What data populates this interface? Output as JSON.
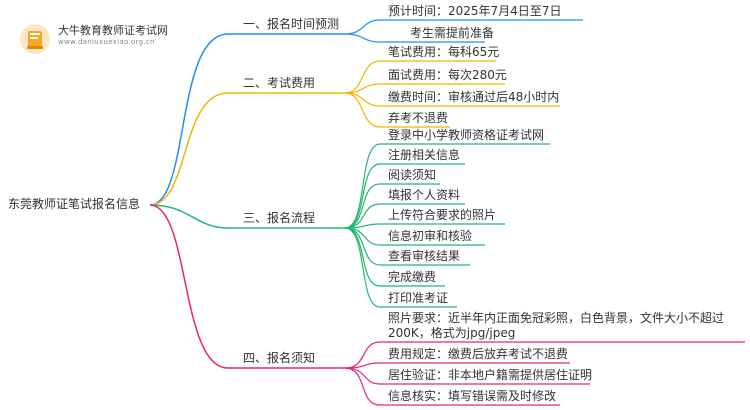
{
  "logo": {
    "title": "大牛教育教师证考试网",
    "url_text": "www.daniuxuexiao.org.cn"
  },
  "root": {
    "label": "东莞教师证笔试报名信息"
  },
  "branches": [
    {
      "label": "一、报名时间预测",
      "color": "#1f8ff0",
      "leaves": [
        "预计时间：2025年7月4日至7日",
        "考生需提前准备"
      ]
    },
    {
      "label": "二、考试费用",
      "color": "#f5b400",
      "leaves": [
        "笔试费用：每科65元",
        "面试费用：每次280元",
        "缴费时间：审核通过后48小时内",
        "弃考不退费"
      ]
    },
    {
      "label": "三、报名流程",
      "color": "#20b86e",
      "leaves": [
        "登录中小学教师资格证考试网",
        "注册相关信息",
        "阅读须知",
        "填报个人资料",
        "上传符合要求的照片",
        "信息初审和核验",
        "查看审核结果",
        "完成缴费",
        "打印准考证"
      ]
    },
    {
      "label": "四、报名须知",
      "color": "#e8247a",
      "leaves": [
        "照片要求：近半年内正面免冠彩照，白色背景，文件大小不超过200K，格式为jpg/jpeg",
        "费用规定：缴费后放弃考试不退费",
        "居住验证：非本地户籍需提供居住证明",
        "信息核实：填写错误需及时修改"
      ]
    }
  ]
}
